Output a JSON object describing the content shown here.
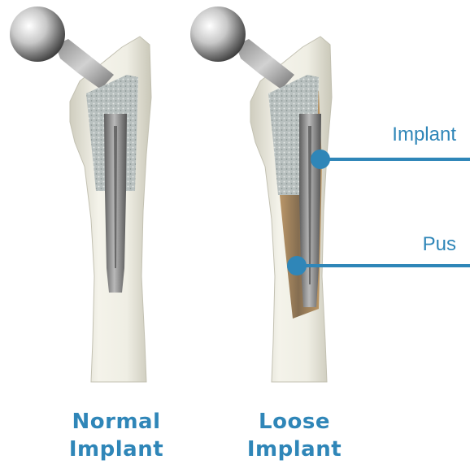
{
  "colors": {
    "accent": "#2f86b8",
    "bone": "#ecebe0",
    "metal": "#9a9a9a",
    "pus": "#a06a2a"
  },
  "figures": [
    {
      "caption_line1": "Normal",
      "caption_line2": "Implant"
    },
    {
      "caption_line1": "Loose",
      "caption_line2": "Implant"
    }
  ],
  "callouts": [
    {
      "label": "Implant"
    },
    {
      "label": "Pus"
    }
  ]
}
